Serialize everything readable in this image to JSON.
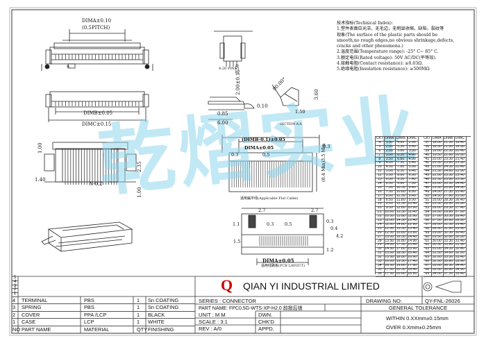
{
  "dims": {
    "top_dima": "DIMA±0.10",
    "top_pitch": "(0.5PITCH)",
    "dimb": "DIMB±0.05",
    "dimc": "DIMC±0.15",
    "side_h1": "2.00±0.15",
    "side_h2": "3.60",
    "side_w1": "0.85",
    "side_w2": "6.00",
    "side_angle": "90.00°",
    "side_r": "0.10",
    "side_s1": "1.50",
    "section": "SECTION A-A",
    "pad_n": "N-0.2",
    "pad_1_00a": "1.00",
    "pad_1_40": "1.40",
    "pad_2_35": "2.35",
    "pad_1_00b": "1.00",
    "cable_top": "(DIMB-0.1)±0.05",
    "cable_dima": "DIMA±0.05",
    "cable_03a": "0.3",
    "cable_05": "0.5",
    "cable_03b": "0.3",
    "cable_min": "3.5 Min",
    "cable_04": "(0.4 Min)",
    "cable_caption": "适用扁平线(Applicable Flat Cable)",
    "pcb_2_7a": "2.7",
    "pcb_03": "0.3",
    "pcb_05": "0.5",
    "pcb_2_7b": "2.7",
    "pcb_1_5": "1.5",
    "pcb_1_1": "1.1",
    "pcb_0_3": "0.3",
    "pcb_0_4": "0.4",
    "pcb_4_2": "4.2",
    "pcb_1_2": "1.2",
    "pcb_dima": "DIMA±0.05",
    "pcb_caption": "适用线路板(PCB LAYOUT)",
    "pin_label": "A",
    "zoom_label": "4:20 PINS"
  },
  "watermark": "乾熠实业",
  "tech_notes": [
    "技术指标(Technical Index):",
    "1.塑件表面应光洁，无毛边，无明显收缩，缺陷，裂纹等",
    "  现象(The surface of the plastic parts  should be",
    "  smooth,no rough edges,no obvious  shrinkage,defects,",
    "  cracks and other phenomena.)",
    "2.温度范围(Temperature range): -25° C~ 85° C.",
    "3.额定电压(Rated voltage): 50V AC/DC(平等效).",
    "4.接触电阻(Contact resistance): ≤0.03Ω.",
    "5.绝缘电阻(Insulation resistance): ≥500MΩ"
  ],
  "dim_table": {
    "headers": [
      "CKT",
      "DIMA",
      "DIMB",
      "DIMC"
    ],
    "left": [
      [
        "4",
        "1.50",
        "4.80",
        "2.90"
      ],
      [
        "5",
        "2.00",
        "5.30",
        "3.40"
      ],
      [
        "6",
        "2.50",
        "5.80",
        "3.90"
      ],
      [
        "7",
        "3.00",
        "6.30",
        "4.40"
      ],
      [
        "8",
        "3.50",
        "6.80",
        "4.90"
      ],
      [
        "9",
        "4.00",
        "7.30",
        "5.40"
      ],
      [
        "10",
        "4.50",
        "7.80",
        "5.90"
      ],
      [
        "11",
        "5.00",
        "8.30",
        "6.40"
      ],
      [
        "12",
        "5.50",
        "8.80",
        "6.90"
      ],
      [
        "13",
        "6.00",
        "9.30",
        "7.40"
      ],
      [
        "14",
        "6.50",
        "9.80",
        "7.90"
      ],
      [
        "15",
        "7.00",
        "10.30",
        "8.40"
      ],
      [
        "16",
        "7.50",
        "10.80",
        "8.90"
      ],
      [
        "17",
        "8.00",
        "11.30",
        "9.40"
      ],
      [
        "18",
        "8.50",
        "11.80",
        "9.90"
      ],
      [
        "19",
        "9.00",
        "12.30",
        "10.40"
      ],
      [
        "20",
        "9.50",
        "12.80",
        "10.90"
      ],
      [
        "21",
        "10.00",
        "13.30",
        "11.40"
      ],
      [
        "22",
        "10.50",
        "13.80",
        "11.90"
      ],
      [
        "23",
        "11.00",
        "14.30",
        "12.40"
      ],
      [
        "24",
        "11.50",
        "14.80",
        "12.90"
      ],
      [
        "25",
        "12.00",
        "15.30",
        "13.40"
      ],
      [
        "26",
        "12.50",
        "15.80",
        "13.90"
      ],
      [
        "27",
        "13.00",
        "16.30",
        "14.40"
      ],
      [
        "28",
        "13.50",
        "16.80",
        "14.90"
      ],
      [
        "29",
        "14.00",
        "17.30",
        "15.40"
      ],
      [
        "30",
        "14.50",
        "17.80",
        "15.90"
      ],
      [
        "31",
        "15.00",
        "18.30",
        "16.40"
      ],
      [
        "32",
        "15.50",
        "18.80",
        "16.90"
      ],
      [
        "33",
        "16.00",
        "19.30",
        "17.40"
      ],
      [
        "34",
        "16.50",
        "19.80",
        "17.90"
      ],
      [
        "35",
        "17.00",
        "20.30",
        "18.40"
      ],
      [
        "36",
        "17.50",
        "20.80",
        "18.90"
      ]
    ],
    "right": [
      [
        "37",
        "18.00",
        "21.30",
        "19.40"
      ],
      [
        "38",
        "18.50",
        "21.80",
        "19.90"
      ],
      [
        "39",
        "19.00",
        "22.30",
        "20.40"
      ],
      [
        "40",
        "19.50",
        "22.80",
        "20.90"
      ],
      [
        "41",
        "20.00",
        "23.30",
        "21.40"
      ],
      [
        "42",
        "20.50",
        "23.80",
        "21.90"
      ],
      [
        "43",
        "21.00",
        "24.30",
        "22.40"
      ],
      [
        "44",
        "21.50",
        "24.80",
        "22.90"
      ],
      [
        "45",
        "22.00",
        "25.30",
        "23.40"
      ],
      [
        "46",
        "22.50",
        "25.80",
        "23.90"
      ],
      [
        "47",
        "23.00",
        "26.30",
        "24.40"
      ],
      [
        "48",
        "23.50",
        "26.80",
        "24.90"
      ],
      [
        "49",
        "24.00",
        "27.30",
        "25.40"
      ],
      [
        "50",
        "24.50",
        "27.80",
        "25.90"
      ],
      [
        "51",
        "25.00",
        "28.30",
        "26.40"
      ],
      [
        "52",
        "25.50",
        "28.80",
        "26.90"
      ],
      [
        "53",
        "26.00",
        "29.30",
        "27.40"
      ],
      [
        "54",
        "26.50",
        "29.80",
        "27.90"
      ],
      [
        "55",
        "27.00",
        "30.30",
        "28.40"
      ],
      [
        "56",
        "27.50",
        "30.80",
        "28.90"
      ],
      [
        "57",
        "28.00",
        "31.30",
        "29.40"
      ],
      [
        "58",
        "28.50",
        "31.80",
        "29.90"
      ],
      [
        "59",
        "29.00",
        "32.30",
        "30.40"
      ],
      [
        "60",
        "29.50",
        "32.80",
        "30.90"
      ],
      [
        "61",
        "30.00",
        "33.30",
        "31.40"
      ],
      [
        "62",
        "30.50",
        "33.80",
        "31.90"
      ],
      [
        "63",
        "31.00",
        "34.30",
        "32.40"
      ],
      [
        "64",
        "31.50",
        "34.80",
        "32.90"
      ],
      [
        "65",
        "32.00",
        "35.30",
        "33.40"
      ],
      [
        "66",
        "32.50",
        "35.80",
        "33.90"
      ],
      [
        "67",
        "33.00",
        "36.30",
        "34.40"
      ],
      [
        "68",
        "33.50",
        "36.80",
        "34.90"
      ],
      [
        "69",
        "34.00",
        "37.30",
        "35.40"
      ]
    ]
  },
  "revisions": [
    "5",
    "4",
    "3",
    "2",
    "1"
  ],
  "bom": {
    "rows": [
      [
        "4",
        "TERMINAL",
        "PBS",
        "1",
        "Sn COATING"
      ],
      [
        "3",
        "SPRING",
        "PBS",
        "1",
        "Sn COATING"
      ],
      [
        "2",
        "COVER",
        "PPA /LCP",
        "1",
        "BLACK"
      ],
      [
        "1",
        "CASE",
        "LCP",
        "1",
        "WHITE"
      ]
    ],
    "header": [
      "NO",
      "PART NAME",
      "MATERIAL",
      "QTY",
      "FINISHING"
    ]
  },
  "company": {
    "logo": "Q",
    "name": "QIAN YI INDUSTRIAL LIMITED"
  },
  "title_block": {
    "series": "SERIES : CONNECTOR",
    "part_name": "PART NAME: FPC0.5G-WTS-XP-H2.0 前掀后锁",
    "unit": "UNIT : M M",
    "dwn": "DWN.",
    "scale": "SCALE : 3:1",
    "chkd": "CHK'D",
    "rev": "REV : A/0",
    "appd": "APPD.",
    "drawing_no_label": "DRAWING NO:",
    "drawing_no": "QY-FNL-26026",
    "tolerance_title": "GENERAL TOLERANCE",
    "tol1": "WITHIN 0.XXmm±0.15mm",
    "tol2": "OVER   0.Xmm±0.25mm"
  }
}
